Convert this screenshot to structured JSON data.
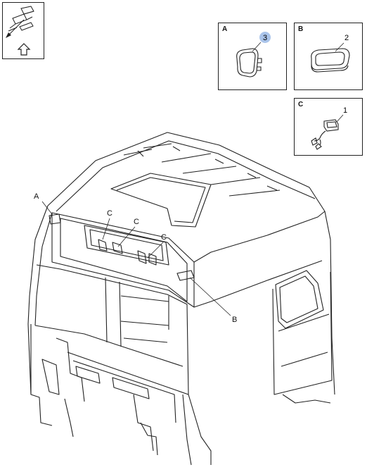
{
  "nav_icon": {
    "name": "orientation-arrow-icon"
  },
  "detail_boxes": [
    {
      "id": "A",
      "label": "A",
      "part_number": "3",
      "highlight_color": "#aac4ea"
    },
    {
      "id": "B",
      "label": "B",
      "part_number": "2"
    },
    {
      "id": "C",
      "label": "C",
      "part_number": "1"
    }
  ],
  "callouts": {
    "a": "A",
    "b": "B",
    "c1": "C",
    "c2": "C",
    "c3": "C"
  },
  "colors": {
    "line": "#222222",
    "highlight": "#aac4ea"
  }
}
